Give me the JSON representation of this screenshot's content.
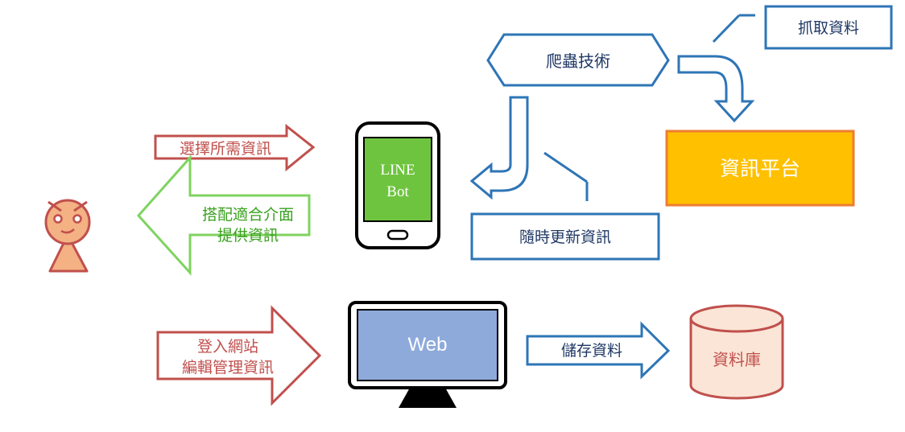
{
  "labels": {
    "crawler": "爬蟲技術",
    "fetch_data": "抓取資料",
    "info_platform": "資訊平台",
    "select_info": "選擇所需資訊",
    "match_ui_line1": "搭配適合介面",
    "match_ui_line2": "提供資訊",
    "phone_line1": "LINE",
    "phone_line2": "Bot",
    "update_info": "隨時更新資訊",
    "login_line1": "登入網站",
    "login_line2": "編輯管理資訊",
    "web": "Web",
    "store_data": "儲存資料",
    "database": "資料庫"
  },
  "colors": {
    "red": "#c0504d",
    "green": "#7fd35f",
    "blue": "#2e75b6",
    "orange_fill": "#ffc000",
    "orange_stroke": "#ed7d31",
    "face_fill": "#f4b183",
    "phone_screen": "#6fc43f",
    "web_screen": "#8eaadb",
    "db_fill": "#fbe5d6"
  }
}
